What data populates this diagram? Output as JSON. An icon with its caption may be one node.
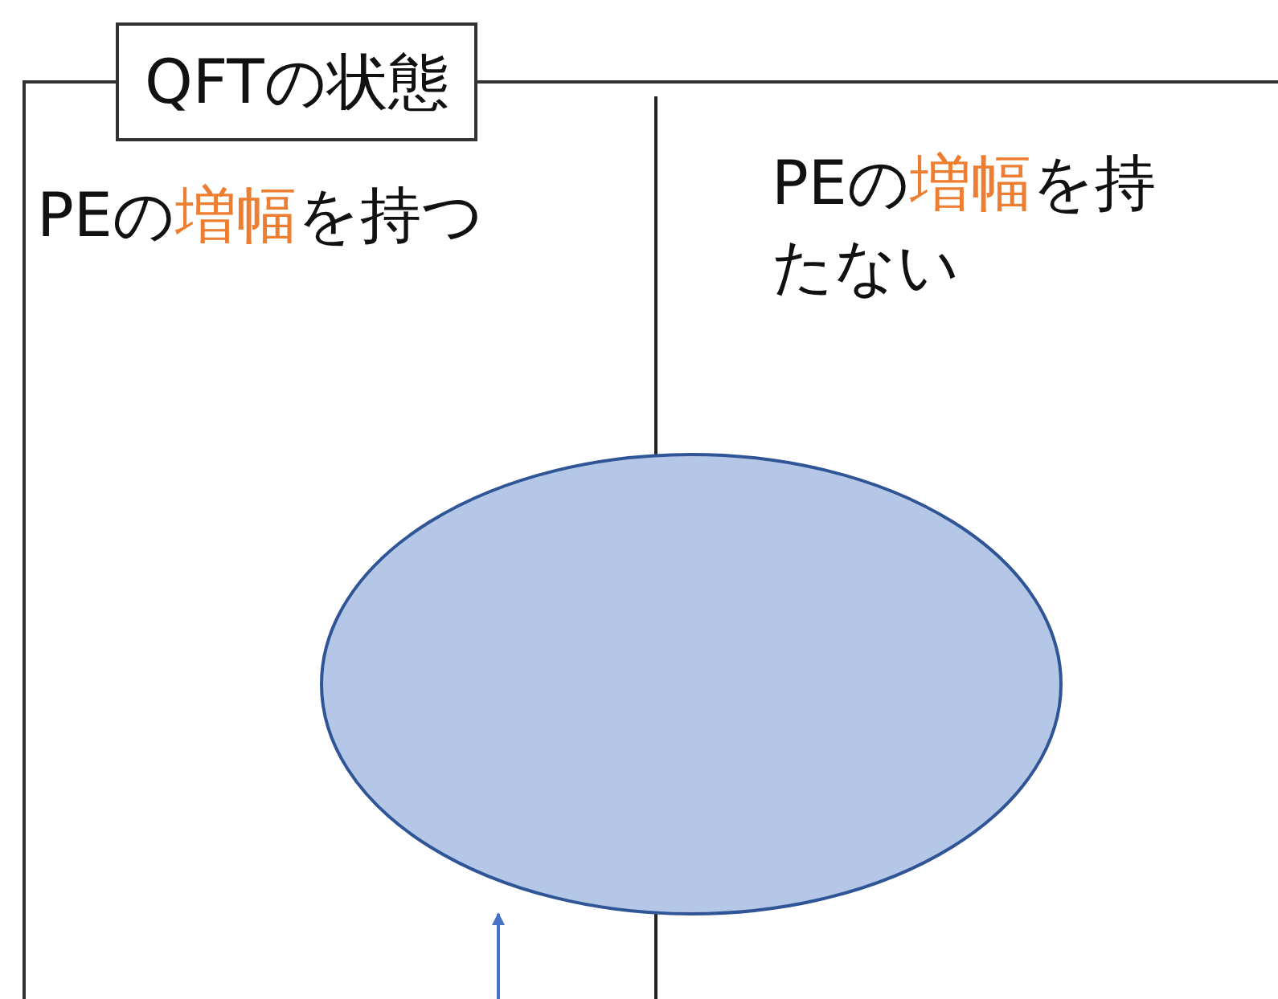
{
  "diagram": {
    "nodes": [
      {
        "text": [
          "QFTの状態"
        ]
      },
      {
        "text": [
          "PEの**増幅**を持つ"
        ],
        "in": 0
      },
      {
        "text": [
          "PEの**増幅**を持たない"
        ],
        "in": 0
      },
      {
        "text": [],
        "shape": "ellipse",
        "in": 0
      }
    ],
    "edges": [
      {
        "from": null,
        "to": 3,
        "arrow": "to"
      }
    ]
  }
}
